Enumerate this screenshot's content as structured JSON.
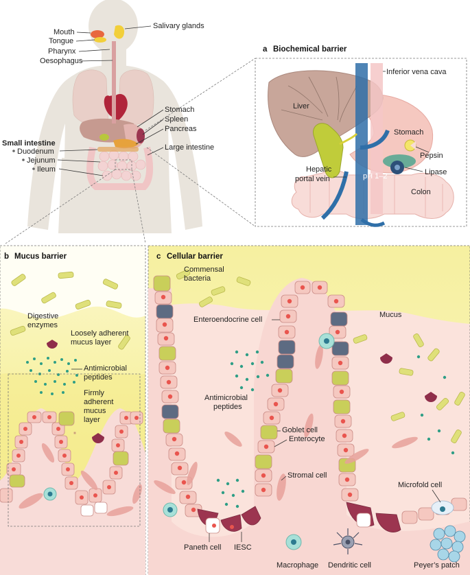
{
  "anatomy": {
    "mouth": "Mouth",
    "tongue": "Tongue",
    "pharynx": "Pharynx",
    "oesophagus": "Oesophagus",
    "salivary_glands": "Salivary glands",
    "stomach": "Stomach",
    "spleen": "Spleen",
    "pancreas": "Pancreas",
    "large_intestine": "Large intestine",
    "small_intestine_title": "Small intestine",
    "duodenum": "Duodenum",
    "jejunum": "Jejunum",
    "ileum": "Ileum"
  },
  "panel_a": {
    "letter": "a",
    "title": "Biochemical barrier",
    "inferior_vena_cava": "Inferior vena cava",
    "liver": "Liver",
    "stomach": "Stomach",
    "pepsin": "Pepsin",
    "lipase": "Lipase",
    "ph": "pH 1–2",
    "hepatic_portal_vein_1": "Hepatic",
    "hepatic_portal_vein_2": "portal vein",
    "colon": "Colon"
  },
  "panel_b": {
    "letter": "b",
    "title": "Mucus barrier",
    "digestive_enzymes_1": "Digestive",
    "digestive_enzymes_2": "enzymes",
    "loosely_1": "Loosely adherent",
    "loosely_2": "mucus layer",
    "antimicrobial_1": "Antimicrobial",
    "antimicrobial_2": "peptides",
    "firmly_1": "Firmly",
    "firmly_2": "adherent",
    "firmly_3": "mucus",
    "firmly_4": "layer"
  },
  "panel_c": {
    "letter": "c",
    "title": "Cellular barrier",
    "commensal_1": "Commensal",
    "commensal_2": "bacteria",
    "enteroendocrine": "Enteroendocrine cell",
    "mucus": "Mucus",
    "antimicrobial_1": "Antimicrobial",
    "antimicrobial_2": "peptides",
    "goblet": "Goblet cell",
    "enterocyte": "Enterocyte",
    "stromal": "Stromal cell",
    "microfold": "Microfold cell",
    "paneth": "Paneth cell",
    "iesc": "IESC",
    "macrophage": "Macrophage",
    "dendritic": "Dendritic cell",
    "peyers_patch": "Peyer’s patch"
  },
  "colors": {
    "body": "#e9e4dc",
    "mucus_yellow": "#f6f2a8",
    "tissue_pink": "#f8dcd8",
    "enterocyte": "#f5c8c0",
    "goblet": "#c9cf5a",
    "enteroendocrine": "#5d6b82",
    "paneth": "#9c3550",
    "vein_blue": "#2f6fa8",
    "liver": "#c8a69a",
    "teal": "#2e9e86"
  }
}
